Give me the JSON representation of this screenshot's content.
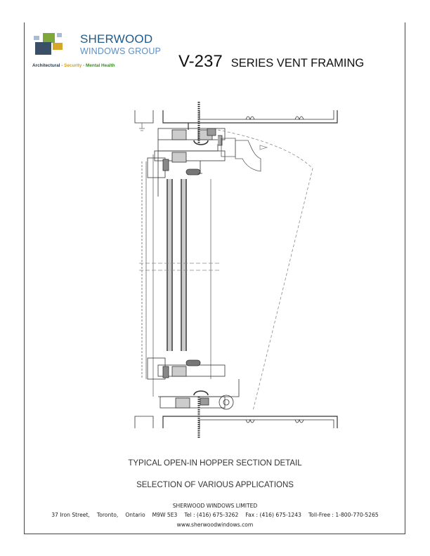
{
  "header": {
    "brand_name": "SHERWOOD",
    "brand_group": "WINDOWS GROUP",
    "tagline": {
      "part1": "Architectural",
      "separator": " - ",
      "part2": "Security",
      "part3": "Mental Health"
    },
    "logo_colors": {
      "light_blue": "#a9bcd6",
      "green": "#7fa83a",
      "dark_slate": "#3a5066",
      "gold": "#d6a626"
    },
    "title_code": "V-237",
    "title_text": "SERIES VENT FRAMING"
  },
  "drawing": {
    "description": "Section detail drawing of open-in hopper vent framing",
    "labels": []
  },
  "captions": {
    "line1": "TYPICAL OPEN-IN HOPPER SECTION DETAIL",
    "line2": "SELECTION OF VARIOUS APPLICATIONS"
  },
  "footer": {
    "company": "SHERWOOD WINDOWS LIMITED",
    "address": "37 Iron Street,",
    "city": "Toronto,",
    "province": "Ontario",
    "postal": "M9W 5E3",
    "tel": "Tel :  (416) 675-3262",
    "fax": "Fax :  (416) 675-1243",
    "tollfree": "Toll-Free :  1-800-770-5265",
    "website": "www.sherwoodwindows.com"
  }
}
